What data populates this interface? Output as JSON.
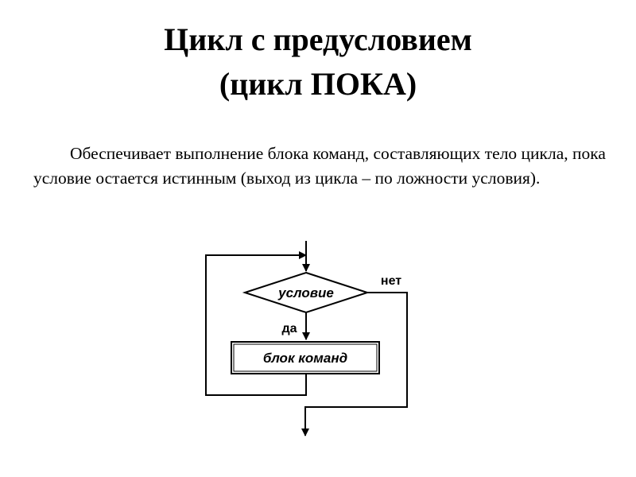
{
  "slide": {
    "title_line1": "Цикл с предусловием",
    "title_line2": "(цикл ПОКА)",
    "description": "Обеспечивает выполнение блока команд, составляющих тело цикла, пока условие остается истинным (выход из цикла – по ложности условия)."
  },
  "flowchart": {
    "condition_label": "условие",
    "block_label": "блок команд",
    "yes_label": "да",
    "no_label": "нет"
  }
}
